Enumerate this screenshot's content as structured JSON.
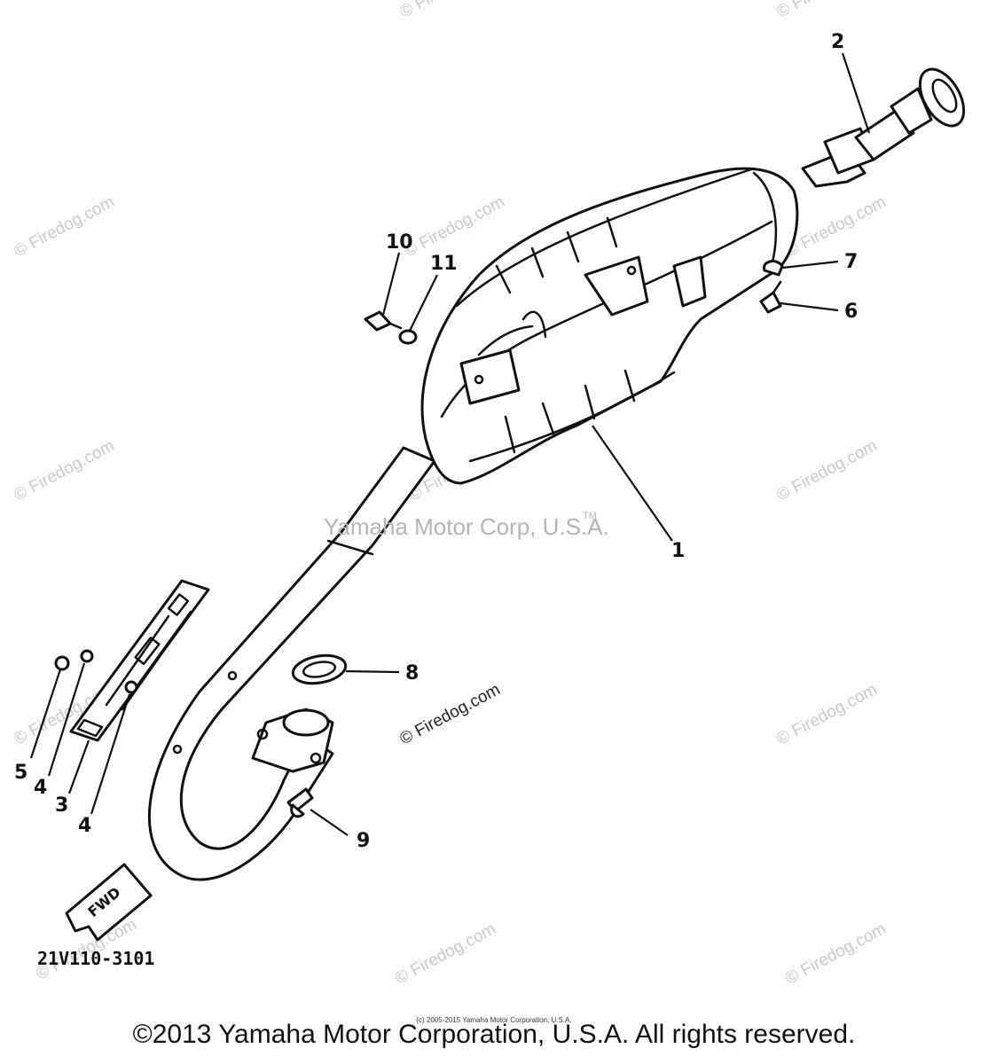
{
  "callouts": {
    "c1": "1",
    "c2": "2",
    "c3": "3",
    "c4a": "4",
    "c4b": "4",
    "c5": "5",
    "c6": "6",
    "c7": "7",
    "c8": "8",
    "c9": "9",
    "c10": "10",
    "c11": "11"
  },
  "fwd_label": "FWD",
  "diagram_code": "21V110-3101",
  "trademark": "Yamaha Motor Corp, U.S.A.",
  "trademark_mark": "TM",
  "watermark": "© Firedog.com",
  "small_credit": "(c) 2005-2015 Yamaha Motor Corporation, U.S.A.",
  "copyright": "©2013 Yamaha Motor Corporation, U.S.A. All rights reserved.",
  "colors": {
    "line": "#111111",
    "watermark": "#c9c9c9",
    "background": "#ffffff"
  }
}
